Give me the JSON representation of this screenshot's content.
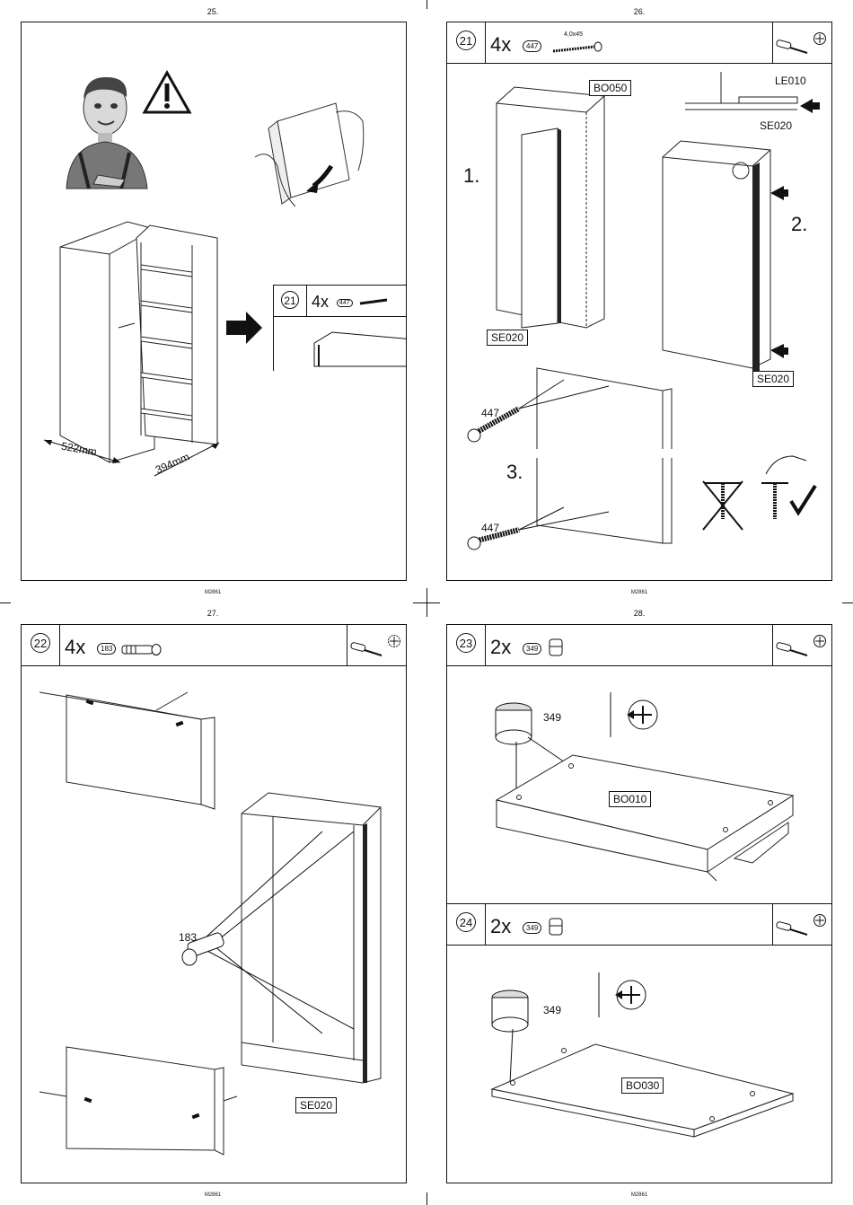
{
  "pages": [
    {
      "number": "25.",
      "footer": "M2861"
    },
    {
      "number": "26.",
      "footer": "M2861"
    },
    {
      "number": "27.",
      "footer": "M2861"
    },
    {
      "number": "28.",
      "footer": "M2861"
    }
  ],
  "page25": {
    "dim_width": "522mm",
    "dim_depth": "394mm",
    "preview": {
      "step": "21",
      "qty": "4x",
      "part": "447"
    }
  },
  "page26": {
    "step": "21",
    "qty": "4x",
    "part": "447",
    "screw_size": "4,0x45",
    "labels": {
      "bo050": "BO050",
      "le010": "LE010",
      "se020_top": "SE020",
      "se020_left": "SE020",
      "se020_right": "SE020"
    },
    "steps": {
      "one": "1.",
      "two": "2.",
      "three": "3."
    },
    "screw_labels": {
      "a": "447",
      "b": "447"
    }
  },
  "page27": {
    "step": "22",
    "qty": "4x",
    "part": "183",
    "dowel_label": "183",
    "se020": "SE020"
  },
  "page28": {
    "step_a": {
      "step": "23",
      "qty": "2x",
      "part": "349",
      "cam_label": "349",
      "board": "BO010"
    },
    "step_b": {
      "step": "24",
      "qty": "2x",
      "part": "349",
      "cam_label": "349",
      "board": "BO030"
    }
  }
}
